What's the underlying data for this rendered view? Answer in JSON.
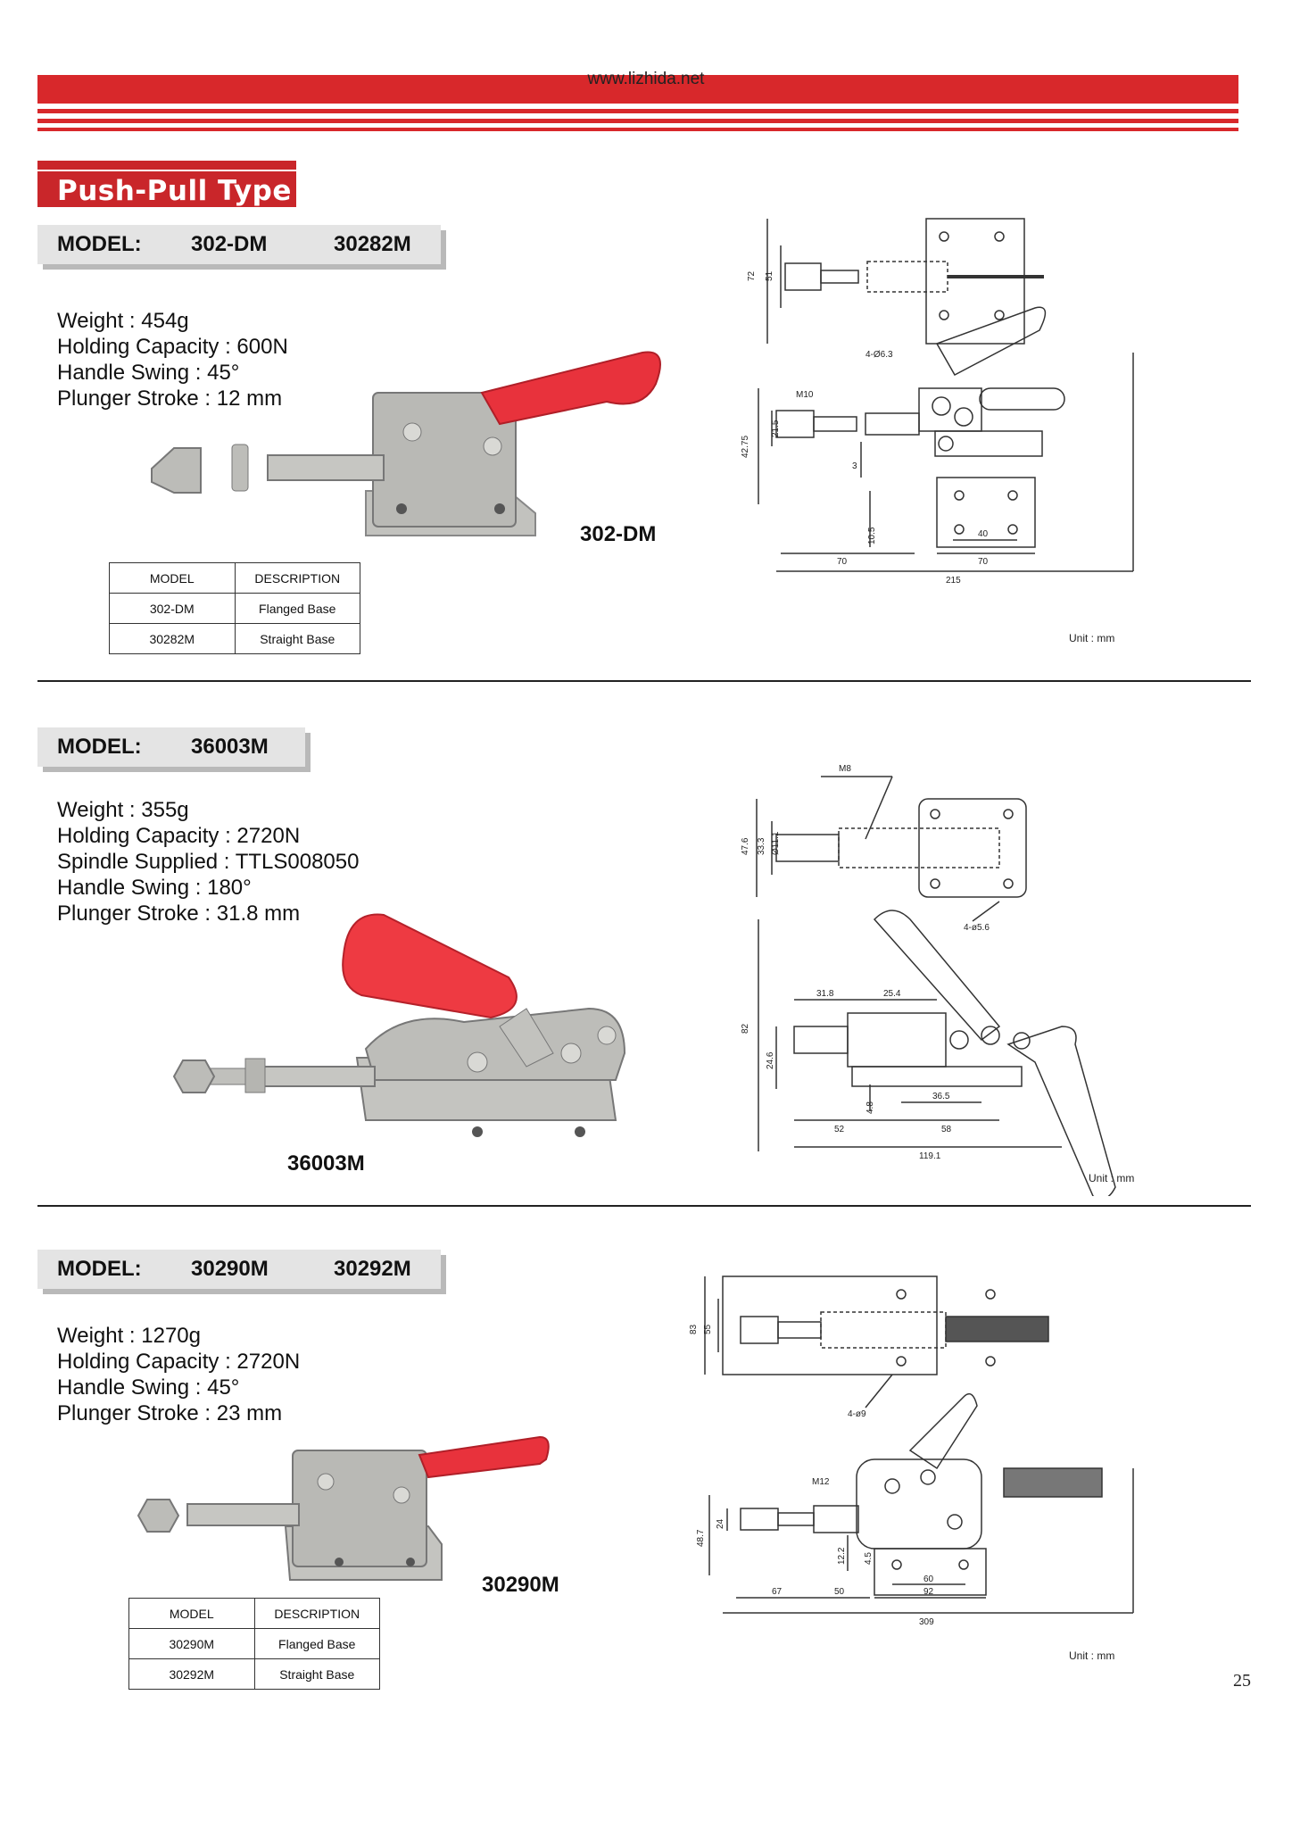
{
  "header": {
    "url": "www.lizhida.net",
    "band_color": "#d8282b"
  },
  "section_title": "Push-Pull Type",
  "products": [
    {
      "model_label": "MODEL:",
      "model_1": "302-DM",
      "model_2": "30282M",
      "specs": [
        "Weight : 454g",
        "Holding Capacity : 600N",
        "Handle Swing : 45°",
        "Plunger Stroke : 12 mm"
      ],
      "caption": "302-DM",
      "table": {
        "headers": [
          "MODEL",
          "DESCRIPTION"
        ],
        "rows": [
          [
            "302-DM",
            "Flanged Base"
          ],
          [
            "30282M",
            "Straight Base"
          ]
        ]
      },
      "drawing": {
        "dims": [
          "72",
          "51",
          "4-Ø6.3",
          "M10",
          "21.5",
          "42.75",
          "3",
          "10.5",
          "40",
          "70",
          "70",
          "215"
        ],
        "unit": "Unit : mm"
      }
    },
    {
      "model_label": "MODEL:",
      "model_1": "36003M",
      "specs": [
        "Weight : 355g",
        "Holding Capacity : 2720N",
        "Spindle Supplied : TTLS008050",
        "Handle Swing : 180°",
        "Plunger Stroke : 31.8 mm"
      ],
      "caption": "36003M",
      "drawing": {
        "dims": [
          "M8",
          "47.6",
          "33.3",
          "Ø11.1",
          "4-ø5.6",
          "82",
          "31.8",
          "25.4",
          "24.6",
          "4.8",
          "36.5",
          "52",
          "58",
          "119.1"
        ],
        "unit": "Unit : mm"
      }
    },
    {
      "model_label": "MODEL:",
      "model_1": "30290M",
      "model_2": "30292M",
      "specs": [
        "Weight : 1270g",
        "Holding Capacity : 2720N",
        "Handle Swing : 45°",
        "Plunger Stroke : 23 mm"
      ],
      "caption": "30290M",
      "table": {
        "headers": [
          "MODEL",
          "DESCRIPTION"
        ],
        "rows": [
          [
            "30290M",
            "Flanged Base"
          ],
          [
            "30292M",
            "Straight Base"
          ]
        ]
      },
      "drawing": {
        "dims": [
          "83",
          "55",
          "4-ø9",
          "M12",
          "24",
          "48.7",
          "12.2",
          "4.5",
          "60",
          "67",
          "50",
          "92",
          "309"
        ],
        "unit": "Unit : mm"
      }
    }
  ],
  "page_number": "25",
  "colors": {
    "handle": "#e8323c",
    "metal": "#b8b8b4",
    "model_box": "#e4e4e4"
  }
}
